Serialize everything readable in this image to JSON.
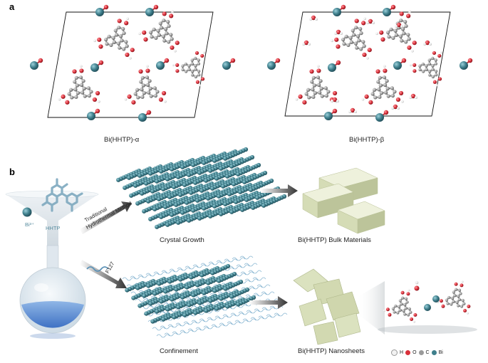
{
  "panel_a": {
    "label": "a",
    "structure_alpha_caption": "Bi(HHTP)-α",
    "structure_beta_caption": "Bi(HHTP)-β"
  },
  "panel_b": {
    "label": "b",
    "precursor_bi_label": "Bi³⁺",
    "precursor_hhtp_label": "HHTP",
    "method_label_line1": "Traditional",
    "method_label_line2": "Hydrothermal Method",
    "surfactant_label": "F127",
    "crystal_growth_caption": "Crystal Growth",
    "confinement_caption": "Confinement",
    "bulk_caption": "Bi(HHTP) Bulk Materials",
    "nanosheet_caption": "Bi(HHTP) Nanosheets"
  },
  "legend": [
    {
      "symbol": "H",
      "color": "#f2f2f2"
    },
    {
      "symbol": "O",
      "color": "#d9303a"
    },
    {
      "symbol": "C",
      "color": "#9a9a9a"
    },
    {
      "symbol": "Bi",
      "color": "#3f7f8c"
    }
  ],
  "colors": {
    "bi": "#3f7f8c",
    "oxygen": "#d9303a",
    "carbon": "#9a9a9a",
    "hydrogen": "#f2f2f2",
    "block": "#d5dcb6",
    "f127": "#6fa6c8"
  }
}
